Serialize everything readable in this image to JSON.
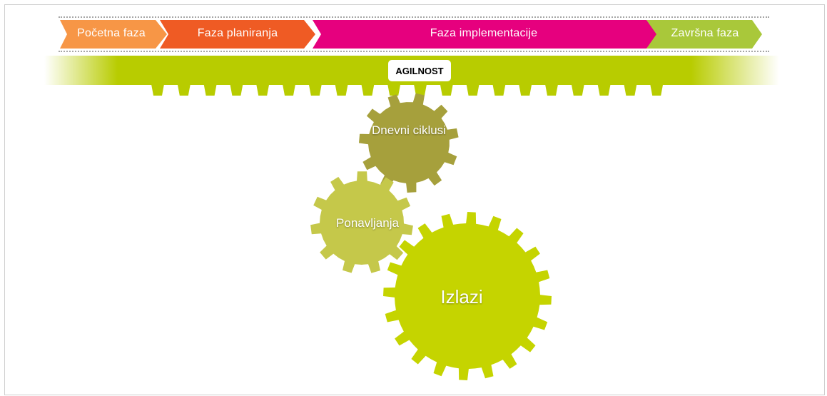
{
  "phases": [
    {
      "label": "Početna faza",
      "color": "#f79646"
    },
    {
      "label": "Faza planiranja",
      "color": "#ef5b24"
    },
    {
      "label": "Faza implementacije",
      "color": "#e6007e"
    },
    {
      "label": "Završna faza",
      "color": "#a9c83a"
    }
  ],
  "rack": {
    "label": "AGILNOST",
    "color": "#b8cc00"
  },
  "gears": [
    {
      "label": "Dnevni ciklusi",
      "color": "#a6a03c",
      "teeth": 11
    },
    {
      "label": "Ponavljanja",
      "color": "#c5c84a",
      "teeth": 11
    },
    {
      "label": "Izlazi",
      "color": "#c5d400",
      "teeth": 20
    }
  ]
}
